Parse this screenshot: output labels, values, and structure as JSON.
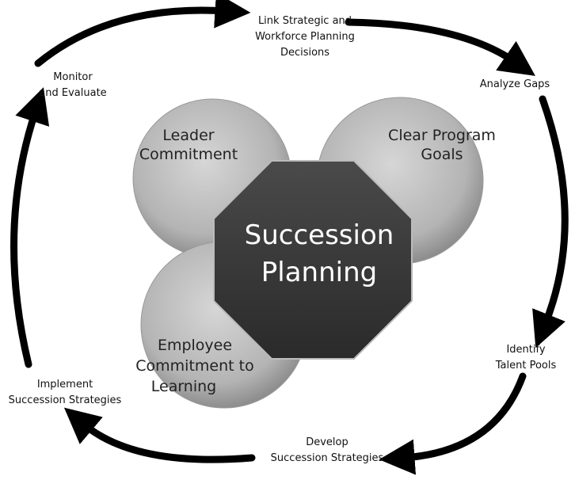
{
  "center": {
    "line1": "Succession",
    "line2": "Planning"
  },
  "circles": {
    "leader": {
      "line1": "Leader",
      "line2": "Commitment"
    },
    "goals": {
      "line1": "Clear Program",
      "line2": "Goals"
    },
    "employee": {
      "line1": "Employee",
      "line2": "Commitment to",
      "line3": "Learning"
    }
  },
  "cycle": {
    "link": {
      "line1": "Link Strategic and",
      "line2": "Workforce Planning",
      "line3": "Decisions"
    },
    "analyze": {
      "line1": "Analyze Gaps"
    },
    "identify": {
      "line1": "Identify",
      "line2": "Talent Pools"
    },
    "develop": {
      "line1": "Develop",
      "line2": "Succession Strategies"
    },
    "implement": {
      "line1": "Implement",
      "line2": "Succession Strategies"
    },
    "monitor": {
      "line1": "Monitor",
      "line2": "and Evaluate"
    }
  }
}
